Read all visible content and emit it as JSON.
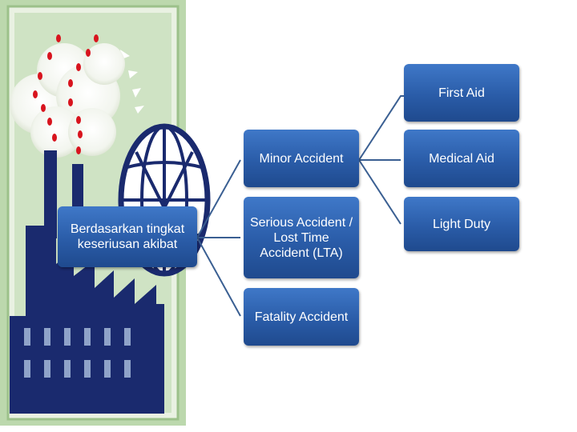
{
  "diagram": {
    "root": "Berdasarkan tingkat keseriusan akibat",
    "level1": [
      "Minor Accident",
      "Serious Accident / Lost Time Accident (LTA)",
      "Fatality Accident"
    ],
    "level2": [
      "First Aid",
      "Medical Aid",
      "Light Duty"
    ]
  },
  "colors": {
    "box": "#2a5ca8",
    "connector": "#3a5f92",
    "factory": "#1a2a6e",
    "smoke_dots": "#d8141e",
    "background_panel": "#cfe3c4"
  },
  "icons": [
    "factory-illustration",
    "globe-icon"
  ]
}
